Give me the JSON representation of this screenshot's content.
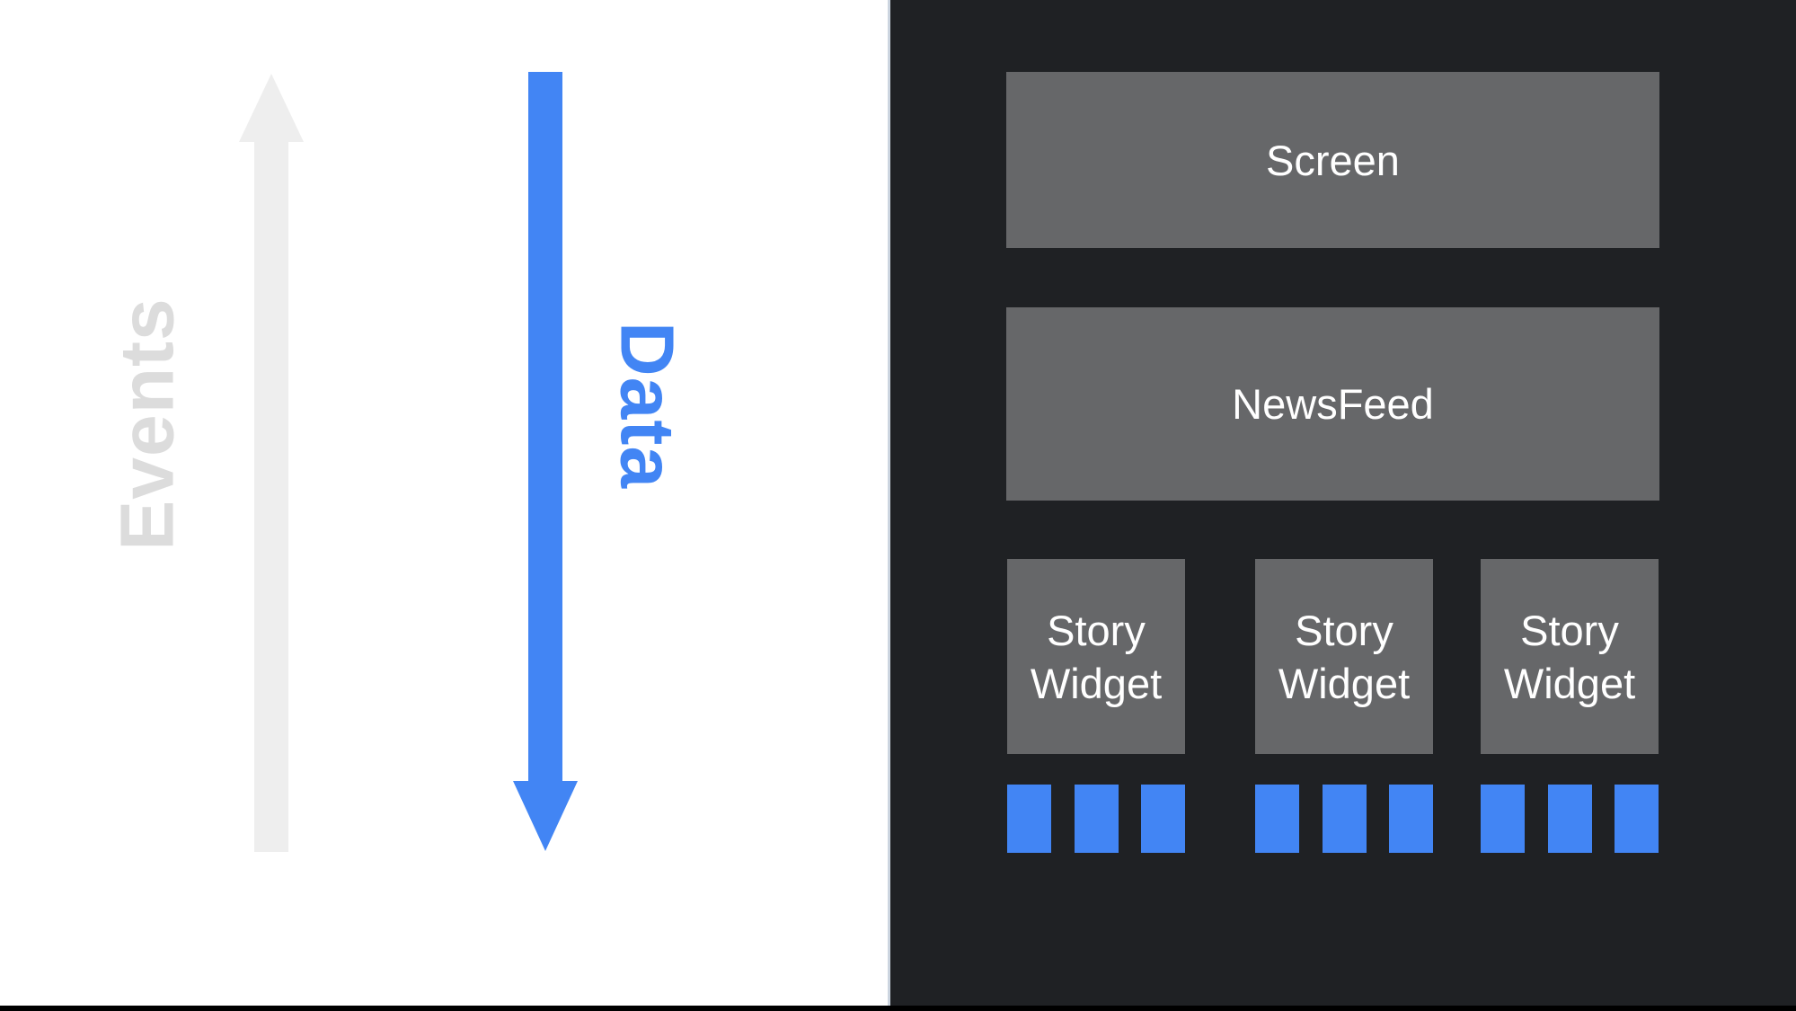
{
  "colors": {
    "background_left": "#ffffff",
    "background_right": "#1f2124",
    "box_gray": "#666769",
    "accent_blue": "#4285f4",
    "events_gray": "#dcdcdc",
    "arrow_gray": "#eeeeee",
    "label_white": "#ffffff",
    "bottom_bar_black": "#000000",
    "seam_light": "#ccd5e0"
  },
  "icons": {
    "events_arrow": "arrow-up-icon",
    "data_arrow": "arrow-down-icon"
  },
  "left_panel": {
    "events_label": "Events",
    "data_label": "Data"
  },
  "right_panel": {
    "screen_label": "Screen",
    "newsfeed_label": "NewsFeed",
    "story_widgets": [
      {
        "label": "Story Widget",
        "ticks": 3
      },
      {
        "label": "Story Widget",
        "ticks": 3
      },
      {
        "label": "Story Widget",
        "ticks": 3
      }
    ]
  }
}
